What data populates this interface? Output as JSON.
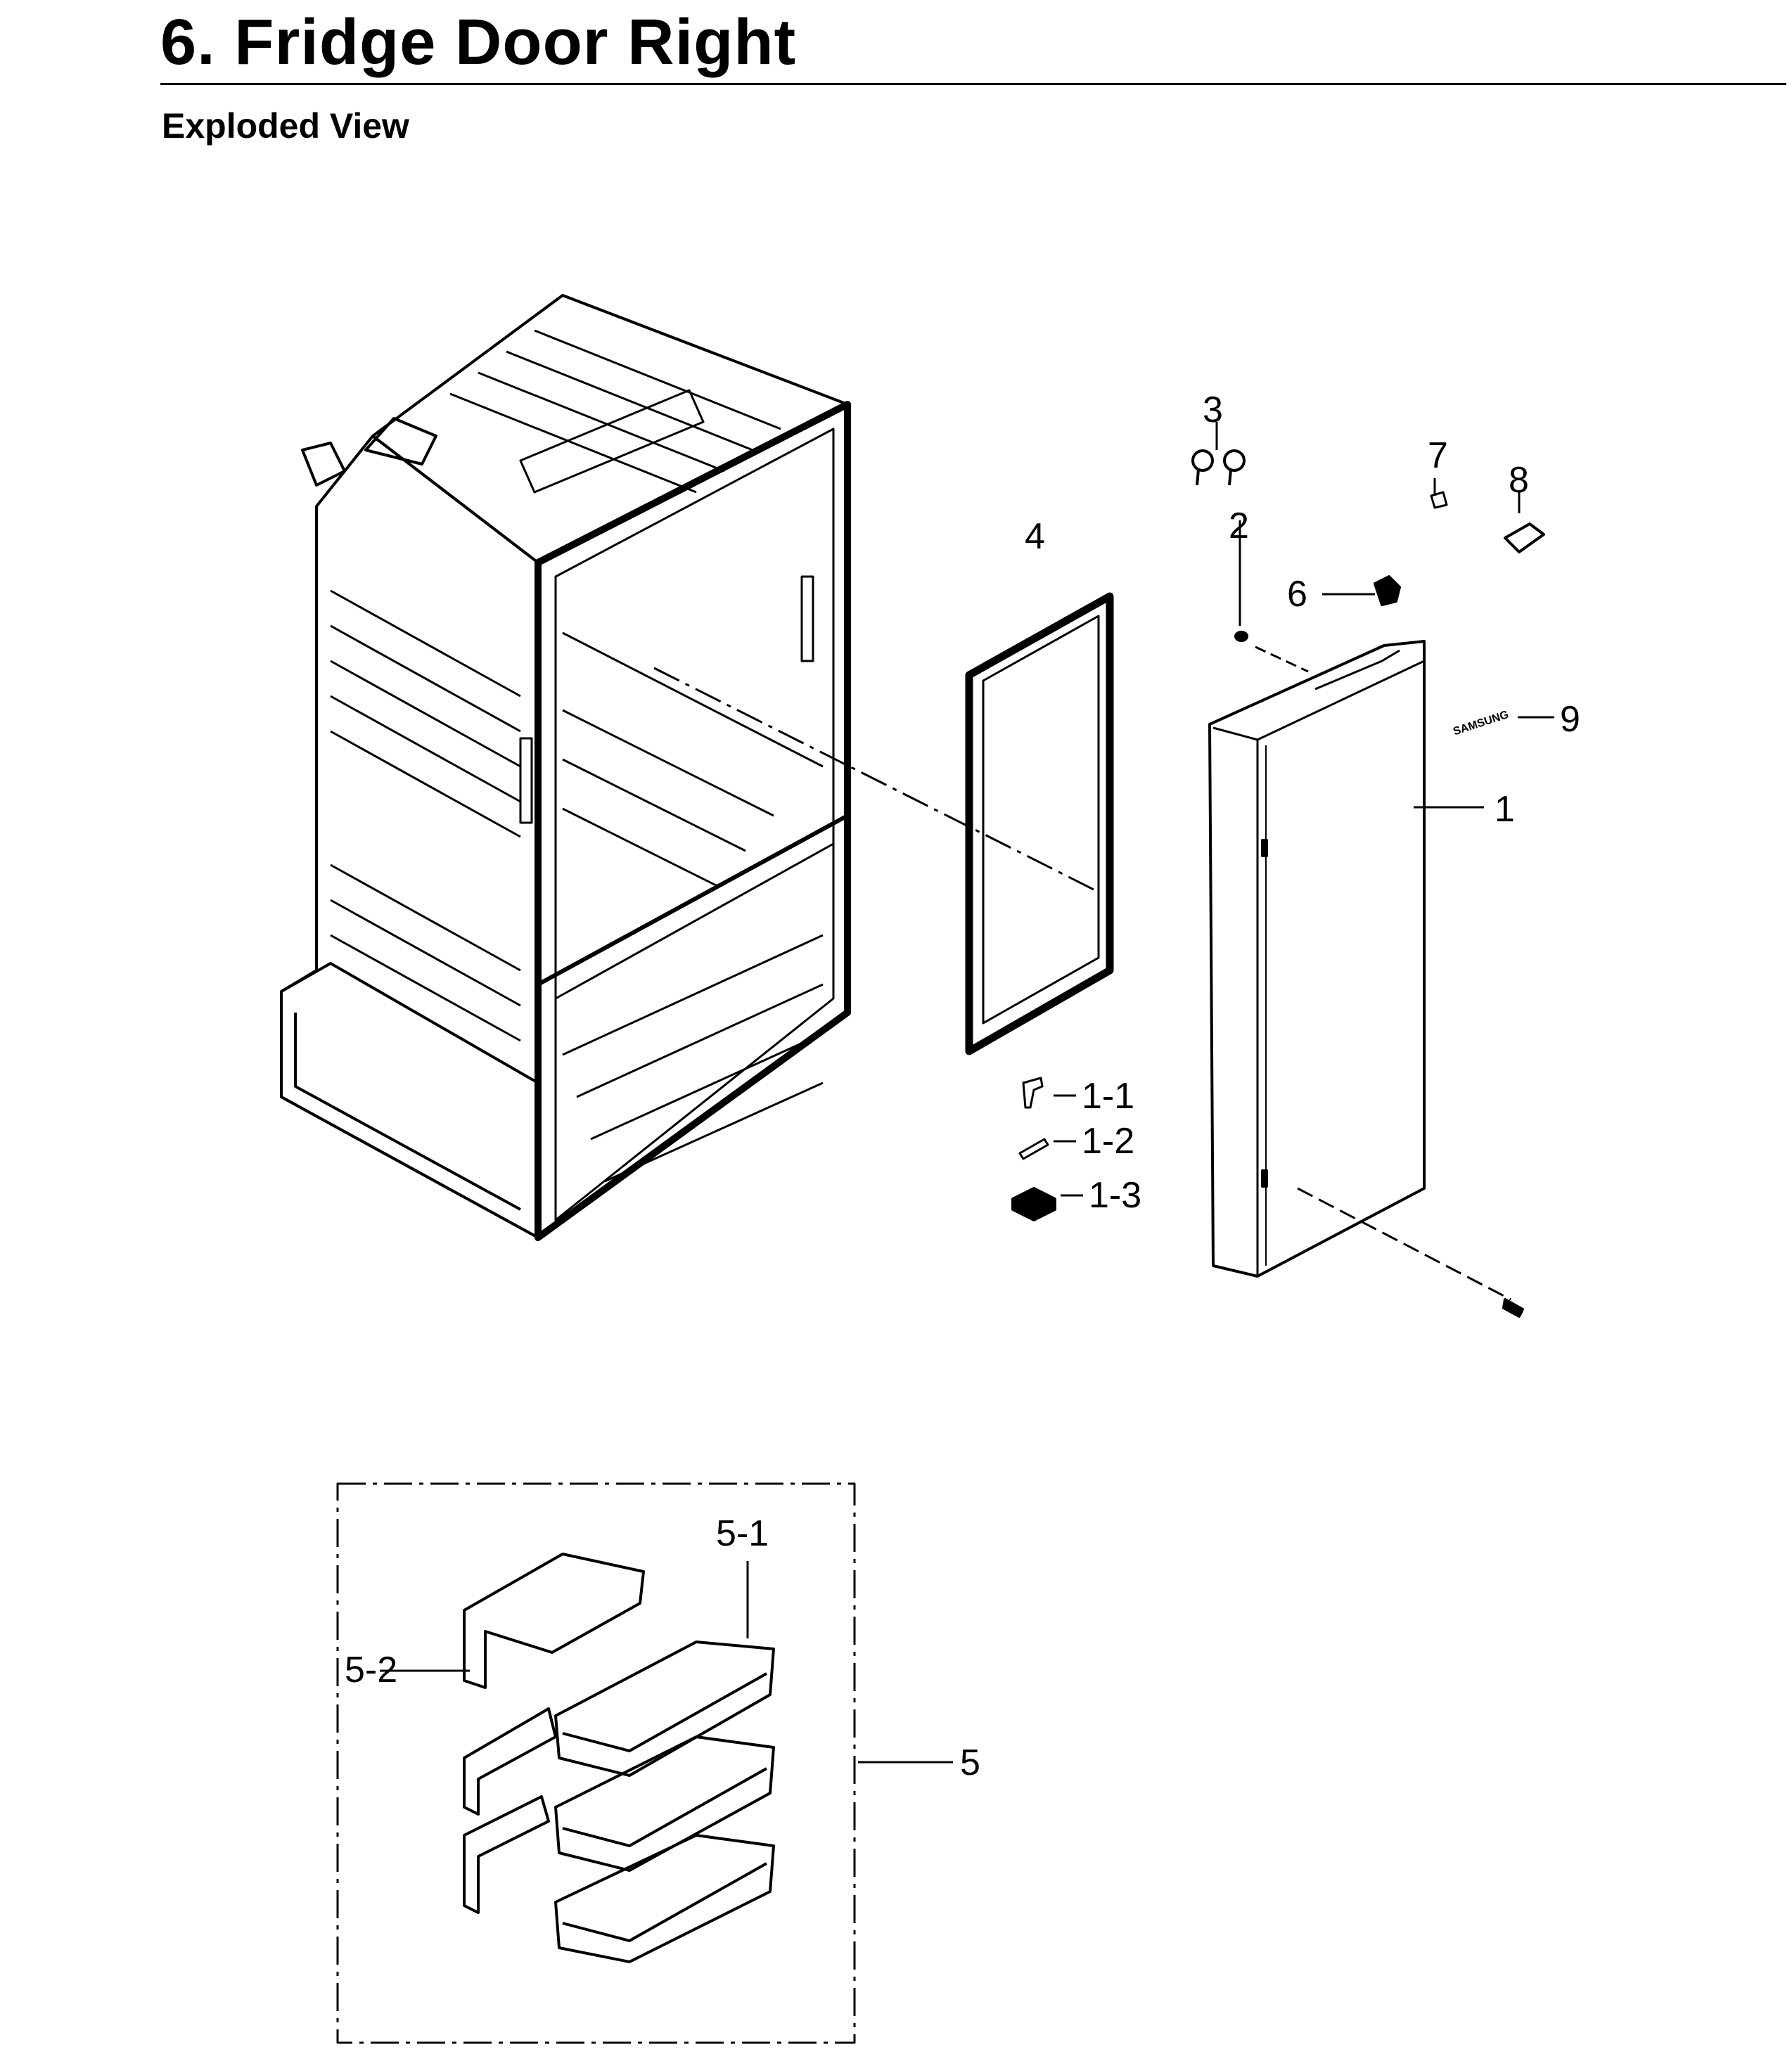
{
  "header": {
    "title": "6.  Fridge Door Right",
    "subtitle": "Exploded View"
  },
  "callouts": {
    "c1": "1",
    "c1_1": "1-1",
    "c1_2": "1-2",
    "c1_3": "1-3",
    "c2": "2",
    "c3": "3",
    "c4": "4",
    "c5": "5",
    "c5_1": "5-1",
    "c5_2": "5-2",
    "c6": "6",
    "c7": "7",
    "c8": "8",
    "c9": "9"
  },
  "logo_text": "SAMSUNG",
  "colors": {
    "ink": "#000000",
    "background": "#ffffff"
  }
}
